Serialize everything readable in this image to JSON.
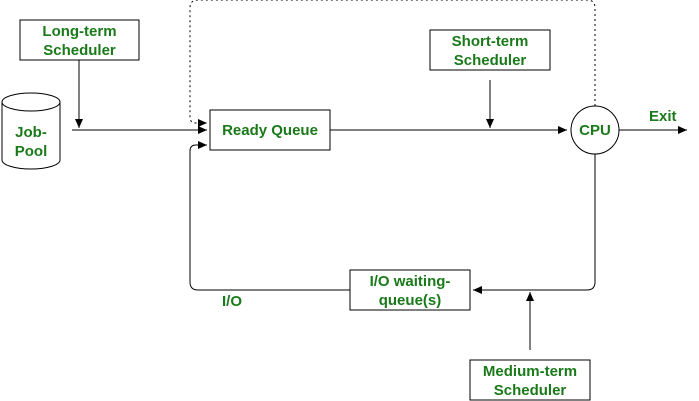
{
  "diagram": {
    "long_term_scheduler": {
      "line1": "Long-term",
      "line2": "Scheduler"
    },
    "job_pool": {
      "line1": "Job-",
      "line2": "Pool"
    },
    "ready_queue": {
      "label": "Ready Queue"
    },
    "short_term_scheduler": {
      "line1": "Short-term",
      "line2": "Scheduler"
    },
    "cpu": {
      "label": "CPU"
    },
    "exit": {
      "label": "Exit"
    },
    "io_waiting_queue": {
      "line1": "I/O waiting-",
      "line2": "queue(s)"
    },
    "io_label": {
      "label": "I/O"
    },
    "medium_term_scheduler": {
      "line1": "Medium-term",
      "line2": "Scheduler"
    },
    "colors": {
      "text": "#1a7a1a",
      "stroke": "#000000"
    }
  }
}
